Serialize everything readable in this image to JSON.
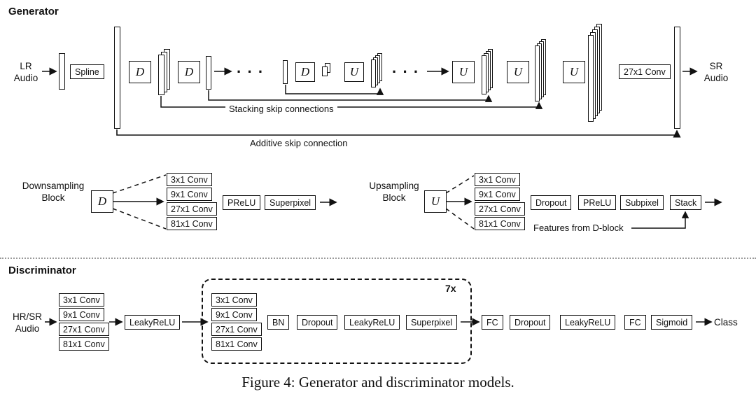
{
  "colors": {
    "ink": "#111111",
    "background": "#ffffff",
    "divider": "#9a9a9a"
  },
  "generator": {
    "title": "Generator",
    "input": {
      "line1": "LR",
      "line2": "Audio"
    },
    "output": {
      "line1": "SR",
      "line2": "Audio"
    },
    "spline_label": "Spline",
    "d_label": "D",
    "u_label": "U",
    "conv_label": "27x1 Conv",
    "dots": "· · ·",
    "stacking_skip_label": "Stacking skip connections",
    "additive_skip_label": "Additive skip connection"
  },
  "downsampling_block": {
    "label_line1": "Downsampling",
    "label_line2": "Block",
    "symbol": "D",
    "convs": [
      "3x1 Conv",
      "9x1 Conv",
      "27x1 Conv",
      "81x1 Conv"
    ],
    "prelu_label": "PReLU",
    "superpixel_label": "Superpixel"
  },
  "upsampling_block": {
    "label_line1": "Upsampling",
    "label_line2": "Block",
    "symbol": "U",
    "convs": [
      "3x1 Conv",
      "9x1 Conv",
      "27x1 Conv",
      "81x1 Conv"
    ],
    "dropout_label": "Dropout",
    "prelu_label": "PReLU",
    "subpixel_label": "Subpixel",
    "stack_label": "Stack",
    "features_label": "Features from D-block"
  },
  "discriminator": {
    "title": "Discriminator",
    "input": {
      "line1": "HR/SR",
      "line2": "Audio"
    },
    "convs": [
      "3x1 Conv",
      "9x1 Conv",
      "27x1 Conv",
      "81x1 Conv"
    ],
    "leakyrelu_label": "LeakyReLU",
    "repeat_block": {
      "repeat_label": "7x",
      "convs": [
        "3x1 Conv",
        "9x1 Conv",
        "27x1 Conv",
        "81x1 Conv"
      ],
      "bn_label": "BN",
      "dropout_label": "Dropout",
      "leakyrelu_label": "LeakyReLU",
      "superpixel_label": "Superpixel"
    },
    "fc1_label": "FC",
    "dropout_label": "Dropout",
    "leakyrelu2_label": "LeakyReLU",
    "fc2_label": "FC",
    "sigmoid_label": "Sigmoid",
    "output_label": "Class"
  },
  "caption": "Figure 4: Generator and discriminator models."
}
